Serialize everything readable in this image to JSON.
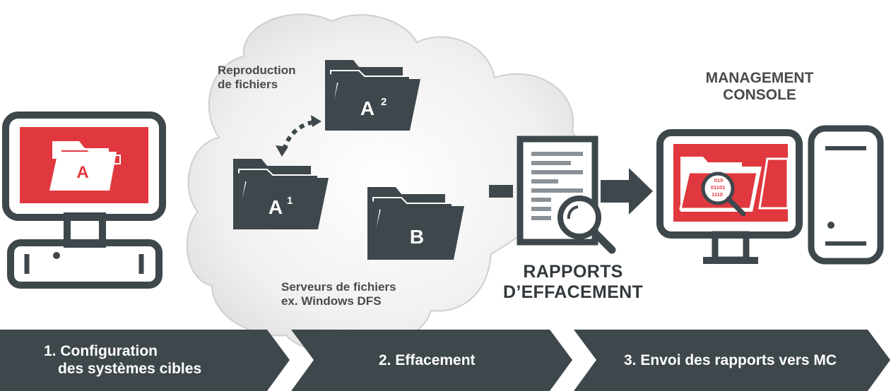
{
  "labels": {
    "reproduction_line1": "Reproduction",
    "reproduction_line2": "de fichiers",
    "serveurs_line1": "Serveurs de fichiers",
    "serveurs_line2": "ex. Windows DFS",
    "rapports_line1": "RAPPORTS",
    "rapports_line2": "D’EFFACEMENT",
    "management_line1": "MANAGEMENT",
    "management_line2": "CONSOLE"
  },
  "folders": {
    "desktop_letter": "A",
    "a2_letter": "A",
    "a2_sup": "2",
    "a1_letter": "A",
    "a1_sup": "1",
    "b_letter": "B"
  },
  "binary": [
    "010",
    "01101",
    "1110"
  ],
  "steps": [
    {
      "line1": "1. Configuration",
      "line2": "des systèmes cibles"
    },
    {
      "line1": "2. Effacement"
    },
    {
      "line1": "3. Envoi des rapports vers MC"
    }
  ],
  "colors": {
    "dark": "#3e474c",
    "red": "#e0383e",
    "cloud": "#e9e9e9",
    "white": "#ffffff"
  }
}
